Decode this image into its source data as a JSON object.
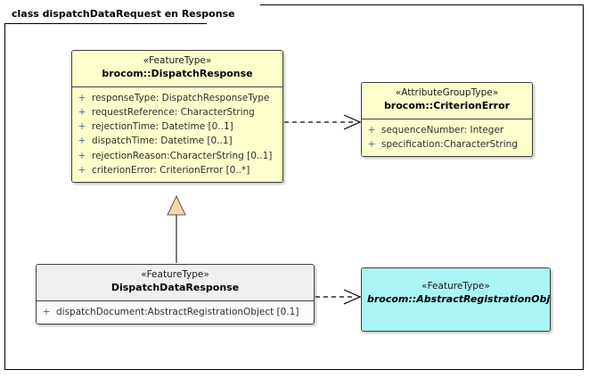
{
  "frame": {
    "title": "class dispatchDataRequest en Response"
  },
  "classes": {
    "dispatch_response": {
      "stereotype": "«FeatureType»",
      "name": "brocom::DispatchResponse",
      "attributes": [
        {
          "visibility": "+",
          "text": "responseType: DispatchResponseType"
        },
        {
          "visibility": "+",
          "text": "requestReference: CharacterString"
        },
        {
          "visibility": "+",
          "text": "rejectionTime: Datetime [0..1]"
        },
        {
          "visibility": "+",
          "text": "dispatchTime: Datetime [0..1]"
        },
        {
          "visibility": "+",
          "text": "rejectionReason:CharacterString [0..1]"
        },
        {
          "visibility": "+",
          "text": "criterionError: CriterionError [0..*]"
        }
      ]
    },
    "criterion_error": {
      "stereotype": "«AttributeGroupType»",
      "name": "brocom::CriterionError",
      "attributes": [
        {
          "visibility": "+",
          "text": "sequenceNumber: Integer"
        },
        {
          "visibility": "+",
          "text": "specification:CharacterString"
        }
      ]
    },
    "dispatch_data_response": {
      "stereotype": "«FeatureType»",
      "name": "DispatchDataResponse",
      "attributes": [
        {
          "visibility": "+",
          "text": "dispatchDocument:AbstractRegistrationObject [0.1]"
        }
      ]
    },
    "abstract_registration_object": {
      "stereotype": "«FeatureType»",
      "name": "brocom::AbstractRegistrationObject",
      "attributes": []
    }
  },
  "relationships": [
    {
      "kind": "dependency",
      "from": "dispatch_response",
      "to": "criterion_error"
    },
    {
      "kind": "generalization",
      "from": "dispatch_data_response",
      "to": "dispatch_response"
    },
    {
      "kind": "dependency",
      "from": "dispatch_data_response",
      "to": "abstract_registration_object"
    }
  ],
  "colors": {
    "feature_type_fill": "#FFFFCC",
    "abstract_fill": "#AAF4F4",
    "plain_fill": "#FCFCFC",
    "border": "#3F3F3F",
    "generalization_fill": "#F5D6A8"
  }
}
